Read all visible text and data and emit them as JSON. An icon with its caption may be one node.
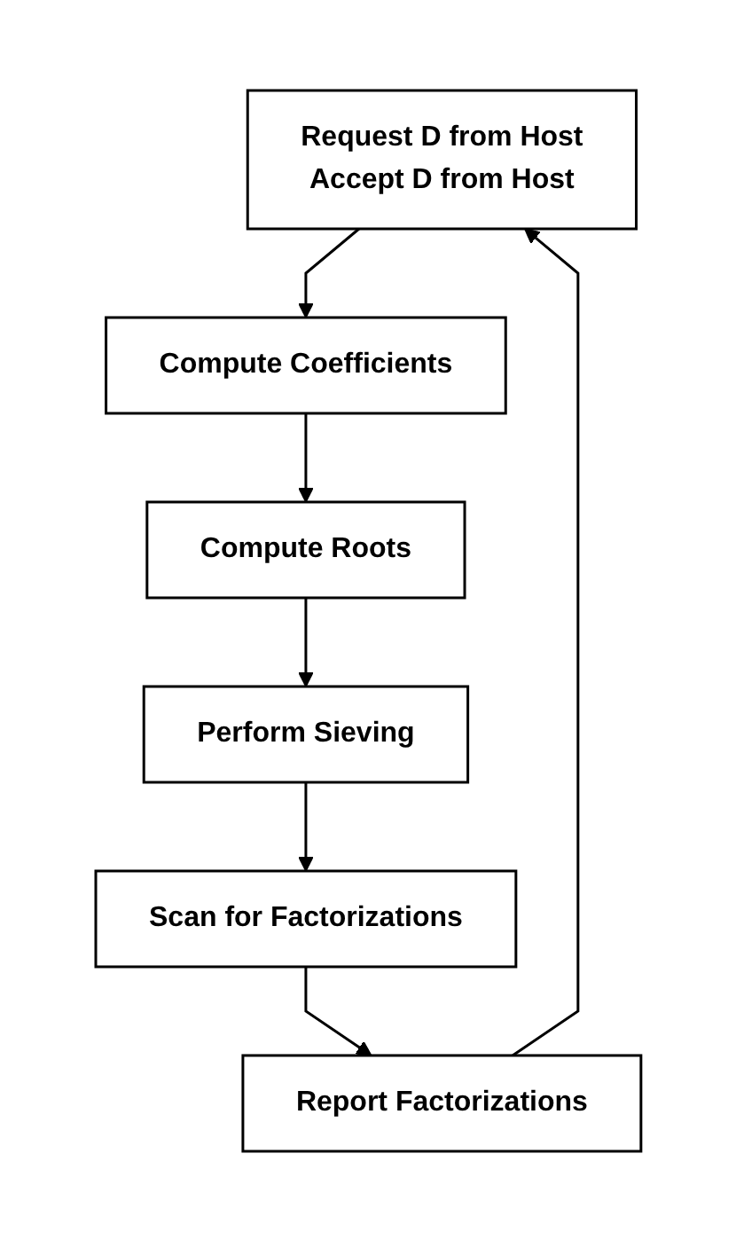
{
  "diagram": {
    "nodes": [
      {
        "text": [
          "Request D from Host",
          "Accept D from Host"
        ]
      },
      {
        "text": [
          "Compute Coefficients"
        ]
      },
      {
        "text": [
          "Compute Roots"
        ]
      },
      {
        "text": [
          "Perform Sieving"
        ]
      },
      {
        "text": [
          "Scan for Factorizations"
        ]
      },
      {
        "text": [
          "Report Factorizations"
        ]
      }
    ],
    "edges": [
      {
        "from": 0,
        "to": 1,
        "arrow": "to"
      },
      {
        "from": 1,
        "to": 2,
        "arrow": "to"
      },
      {
        "from": 2,
        "to": 3,
        "arrow": "to"
      },
      {
        "from": 3,
        "to": 4,
        "arrow": "to"
      },
      {
        "from": 4,
        "to": 5,
        "arrow": "to"
      },
      {
        "from": 5,
        "to": 0,
        "arrow": "to"
      }
    ]
  }
}
